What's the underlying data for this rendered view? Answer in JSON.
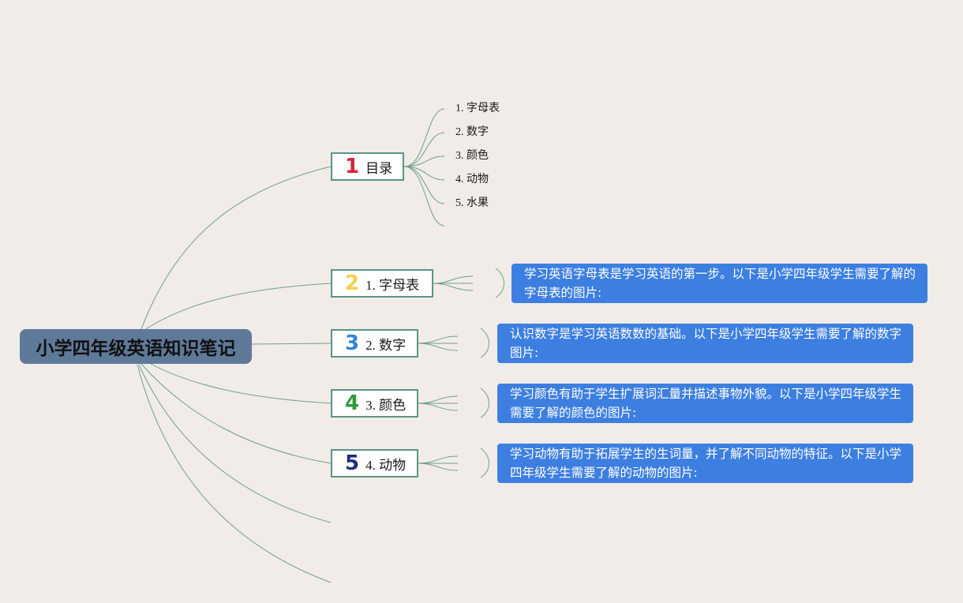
{
  "root": {
    "title": "小学四年级英语知识笔记"
  },
  "branches": [
    {
      "number": "1",
      "number_color": "#d8243c",
      "label": "目录"
    },
    {
      "number": "2",
      "number_color": "#f3d04a",
      "label": "1. 字母表"
    },
    {
      "number": "3",
      "number_color": "#2e86d8",
      "label": "2. 数字"
    },
    {
      "number": "4",
      "number_color": "#2f9a3a",
      "label": "3. 颜色"
    },
    {
      "number": "5",
      "number_color": "#1f2f7a",
      "label": "4. 动物"
    }
  ],
  "toc_items": [
    "1. 字母表",
    "2. 数字",
    "3. 颜色",
    "4. 动物",
    "5. 水果"
  ],
  "notes": [
    "学习英语字母表是学习英语的第一步。以下是小学四年级学生需要了解的字母表的图片:",
    "认识数字是学习英语数数的基础。以下是小学四年级学生需要了解的数字图片:",
    "学习颜色有助于学生扩展词汇量并描述事物外貌。以下是小学四年级学生需要了解的颜色的图片:",
    "学习动物有助于拓展学生的生词量，并了解不同动物的特征。以下是小学四年级学生需要了解的动物的图片:"
  ],
  "colors": {
    "background": "#f1ece7",
    "root_fill": "#5f7a99",
    "connector": "#5a9585",
    "note_fill": "#3d7fe0"
  }
}
